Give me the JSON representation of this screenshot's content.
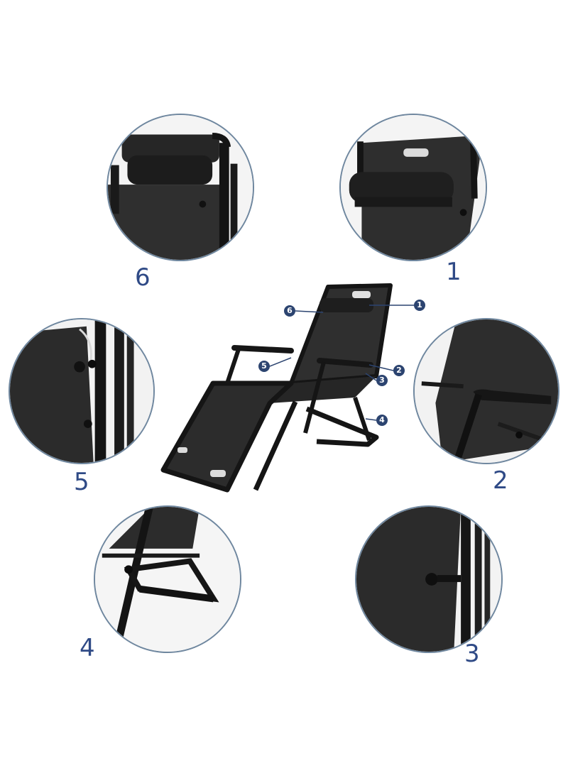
{
  "details": [
    {
      "label": "6"
    },
    {
      "label": "1"
    },
    {
      "label": "5"
    },
    {
      "label": "2"
    },
    {
      "label": "4"
    },
    {
      "label": "3"
    }
  ],
  "callouts": [
    "1",
    "2",
    "3",
    "4",
    "5",
    "6"
  ],
  "colors": {
    "ring": "#6f879f",
    "number": "#2f4a86",
    "callout_bg": "#2c4470",
    "fabric": "#2b2b2b",
    "frame": "#151515"
  }
}
